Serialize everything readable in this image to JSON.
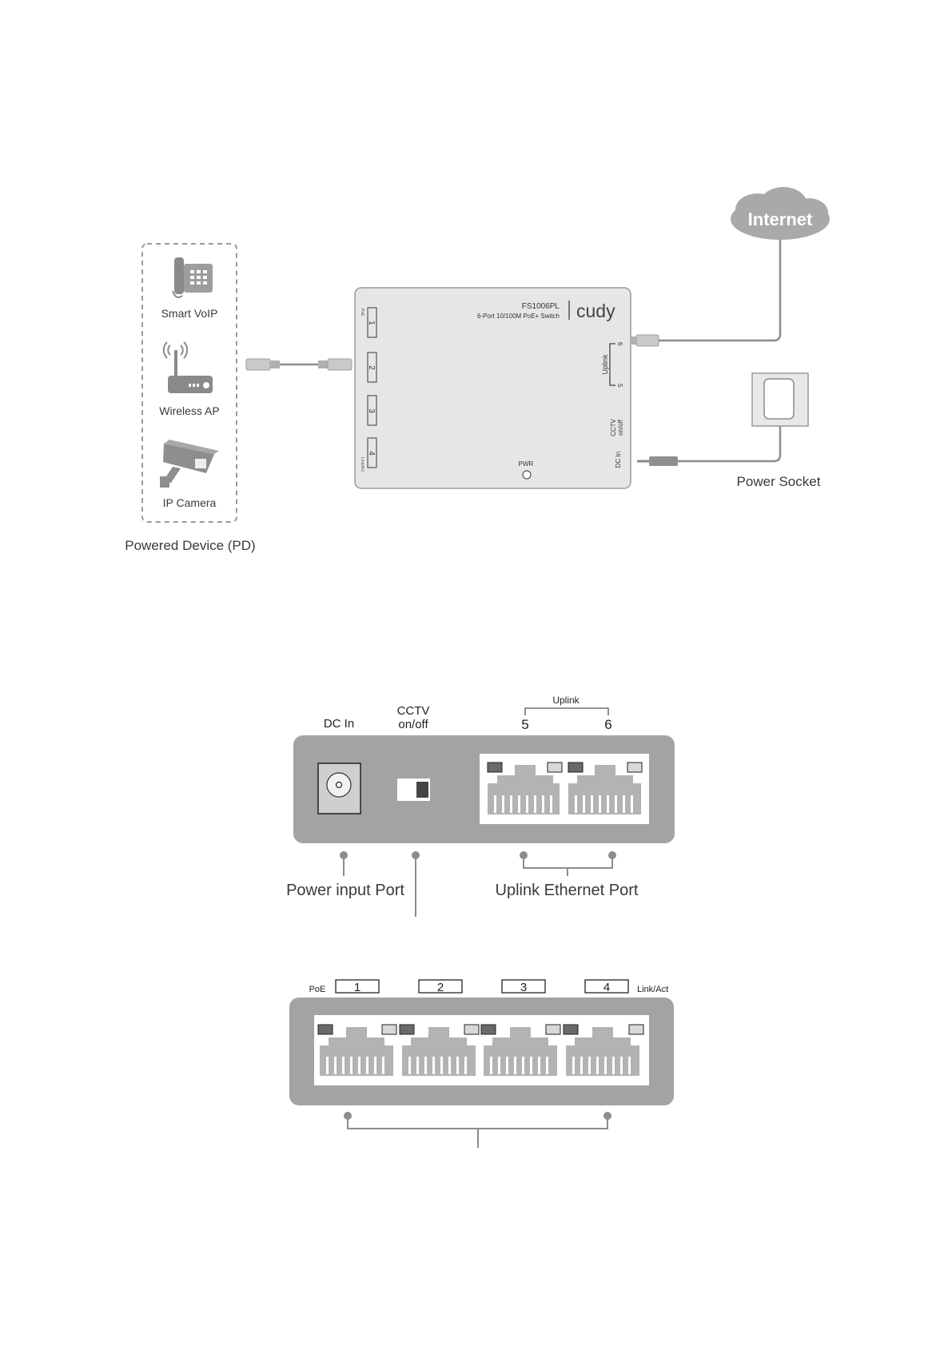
{
  "diagram1": {
    "cloud_label": "Internet",
    "pd_devices": [
      {
        "label": "Smart VoIP",
        "icon": "voip-phone-icon"
      },
      {
        "label": "Wireless AP",
        "icon": "wireless-ap-icon"
      },
      {
        "label": "IP Camera",
        "icon": "ip-camera-icon"
      }
    ],
    "pd_group_label": "Powered Device (PD)",
    "switch": {
      "model": "FS1006PL",
      "description": "6-Port 10/100M PoE+ Switch",
      "brand": "cudy",
      "pwr_label": "PWR",
      "left_port_numbers": [
        "1",
        "2",
        "3",
        "4"
      ],
      "left_top_label": "PoE",
      "left_bottom_label": "Link/Act",
      "uplink_label": "Uplink",
      "uplink_numbers": [
        "6",
        "5"
      ],
      "cctv_label_line1": "CCTV",
      "cctv_label_line2": "on/off",
      "dcin_label": "DC In"
    },
    "power_socket_label": "Power Socket"
  },
  "diagram2": {
    "dc_in_label": "DC In",
    "cctv_line1": "CCTV",
    "cctv_line2": "on/off",
    "uplink_label": "Uplink",
    "uplink_port_numbers": [
      "5",
      "6"
    ],
    "power_input_label": "Power input Port",
    "uplink_ethernet_label": "Uplink Ethernet Port"
  },
  "diagram3": {
    "poe_label": "PoE",
    "port_numbers": [
      "1",
      "2",
      "3",
      "4"
    ],
    "link_act_label": "Link/Act"
  },
  "colors": {
    "panel": "#a3a3a5",
    "switch_body": "#e6e6e7",
    "line": "#8c8c8c",
    "cloud": "#a9a9ab",
    "port_gray": "#b3b3b3"
  }
}
